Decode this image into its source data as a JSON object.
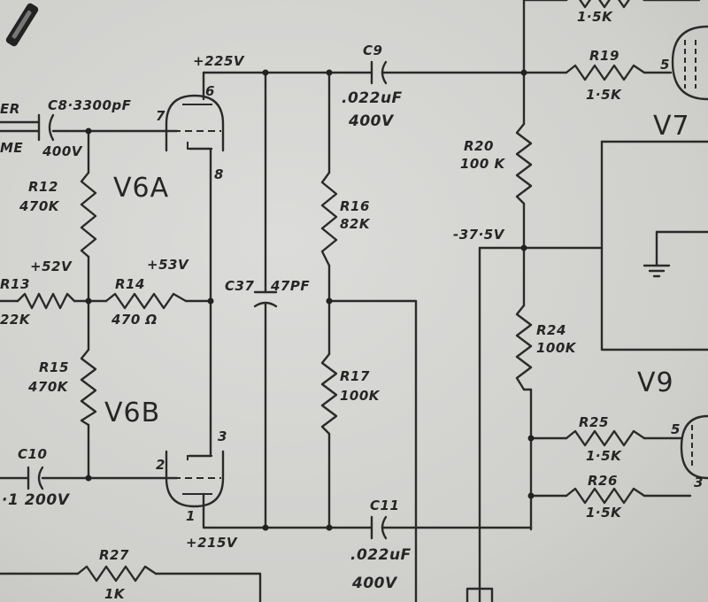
{
  "labels": {
    "frag_er": "ER",
    "frag_me": "ME",
    "v225": "+225V",
    "pin6": "6",
    "c8": "C8·3300pF",
    "pin7": "7",
    "c8_v": "400V",
    "v6a": "V6A",
    "pin8": "8",
    "c9": "C9",
    "c9_val": ".022uF",
    "c9_v": "400V",
    "r19": "R19",
    "r19_val": "1·5K",
    "r18_val": "1·5K",
    "pin5_top": "5",
    "v7": "V7",
    "r20": "R20",
    "r20_val": "100 K",
    "r12": "R12",
    "r12_val": "470K",
    "r16": "R16",
    "r16_val": "82K",
    "v52": "+52V",
    "v53": "+53V",
    "r13": "R13",
    "r13_val": "22K",
    "r14": "R14",
    "r14_val": "470 Ω",
    "c37": "C37",
    "c37_val": "47PF",
    "v375": "-37·5V",
    "r24": "R24",
    "r24_val": "100K",
    "v9": "V9",
    "r15": "R15",
    "r15_val": "470K",
    "v6b": "V6B",
    "r17": "R17",
    "r17_val": "100K",
    "r25": "R25",
    "r25_val": "1·5K",
    "pin5_bot": "5",
    "c10": "C10",
    "c10_val": "·1 200V",
    "pin3": "3",
    "pin2": "2",
    "r26": "R26",
    "r26_val": "1·5K",
    "pin3_right": "3",
    "pin1": "1",
    "c11": "C11",
    "c11_val": ".022uF",
    "c11_v": "400V",
    "v215": "+215V",
    "r27": "R27",
    "r27_val": "1K"
  }
}
